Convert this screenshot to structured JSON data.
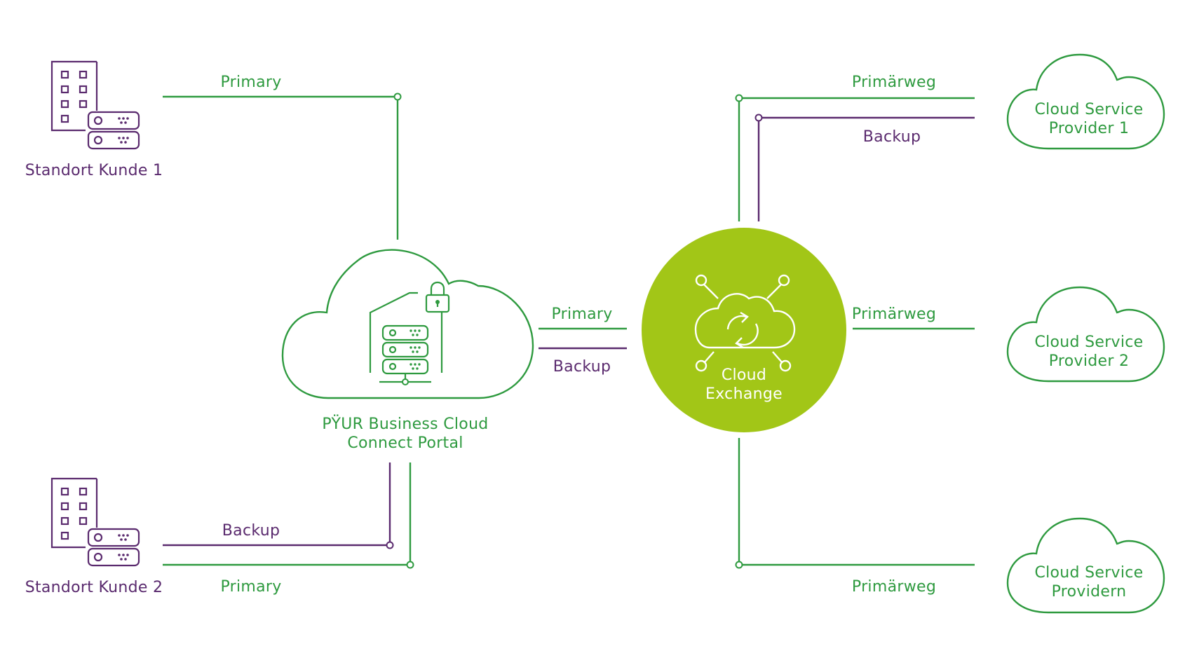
{
  "colors": {
    "green": "#2e9a3f",
    "purple": "#5a2a6e",
    "lime": "#a2c617",
    "white": "#ffffff"
  },
  "sites": {
    "site1": {
      "label": "Standort Kunde 1",
      "icon": "building-server-icon"
    },
    "site2": {
      "label": "Standort Kunde 2",
      "icon": "building-server-icon"
    }
  },
  "portal": {
    "line1": "PŸUR Business Cloud",
    "line2": "Connect Portal",
    "icon": "cloud-secure-server-icon"
  },
  "exchange": {
    "line1": "Cloud",
    "line2": "Exchange",
    "icon": "cloud-network-sync-icon"
  },
  "links": {
    "site1_primary": "Primary",
    "site2_backup": "Backup",
    "site2_primary": "Primary",
    "portal_primary": "Primary",
    "portal_backup": "Backup",
    "csp1_primary": "Primärweg",
    "csp1_backup": "Backup",
    "csp2_primary": "Primärweg",
    "csp3_primary": "Primärweg"
  },
  "providers": {
    "p1": {
      "line1": "Cloud Service",
      "line2": "Provider 1"
    },
    "p2": {
      "line1": "Cloud Service",
      "line2": "Provider 2"
    },
    "p3": {
      "line1": "Cloud Service",
      "line2": "Providern"
    }
  }
}
